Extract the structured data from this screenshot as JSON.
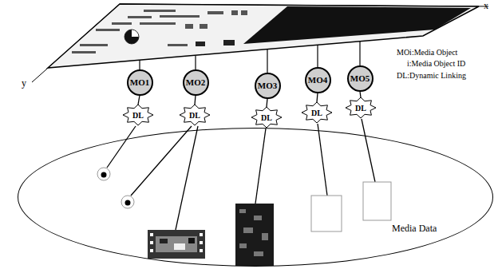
{
  "diagram": {
    "nodes": [
      {
        "text": [
          "MO1"
        ]
      },
      {
        "text": [
          "MO2"
        ]
      },
      {
        "text": [
          "MO3"
        ]
      },
      {
        "text": [
          "MO4"
        ]
      },
      {
        "text": [
          "MO5"
        ]
      },
      {
        "text": [
          "DL"
        ]
      },
      {
        "text": [
          "DL"
        ]
      },
      {
        "text": [
          "DL"
        ]
      },
      {
        "text": [
          "DL"
        ]
      },
      {
        "text": [
          "DL"
        ]
      },
      {
        "text": [
          "Media Data"
        ]
      }
    ],
    "edges": [
      {
        "from": 0,
        "to": 5,
        "arrow": "none"
      },
      {
        "from": 1,
        "to": 6,
        "arrow": "none"
      },
      {
        "from": 2,
        "to": 7,
        "arrow": "none"
      },
      {
        "from": 3,
        "to": 8,
        "arrow": "none"
      },
      {
        "from": 4,
        "to": 9,
        "arrow": "none"
      }
    ],
    "labels": [
      "x",
      "y",
      "MOi:Media Object",
      "i:Media Object ID",
      "DL:Dynamic Linking"
    ]
  }
}
